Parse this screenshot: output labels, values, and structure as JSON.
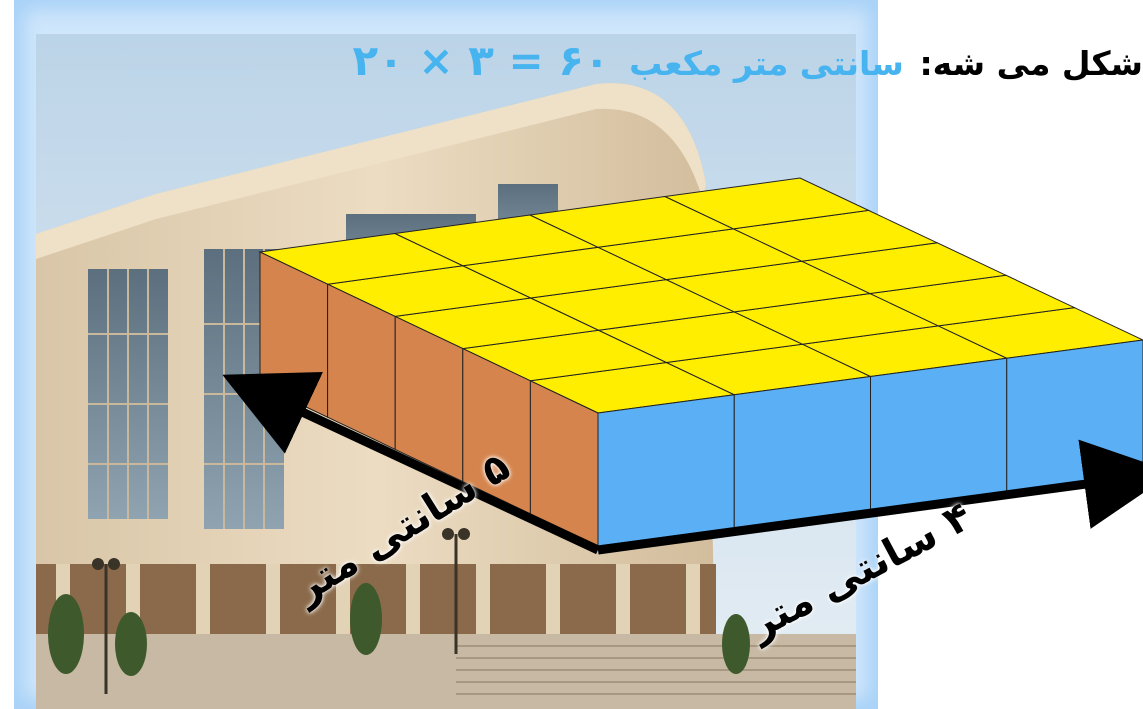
{
  "title": {
    "prefix": "شکل می شه:",
    "unit_text": "سانتی متر مکعب",
    "equation": "۶۰ = ۳ × ۲۰"
  },
  "dimensions": {
    "width_label": "۵ سانتی متر",
    "length_label": "۴ سانتی متر"
  },
  "colors": {
    "top_face": "#ffee00",
    "front_face": "#5aaff5",
    "side_face": "#d4844c",
    "accent_text": "#47b4f0",
    "frame": "#a8d2f7"
  },
  "icons": {
    "background": "building-photo",
    "arrows": "double-headed-arrow"
  }
}
